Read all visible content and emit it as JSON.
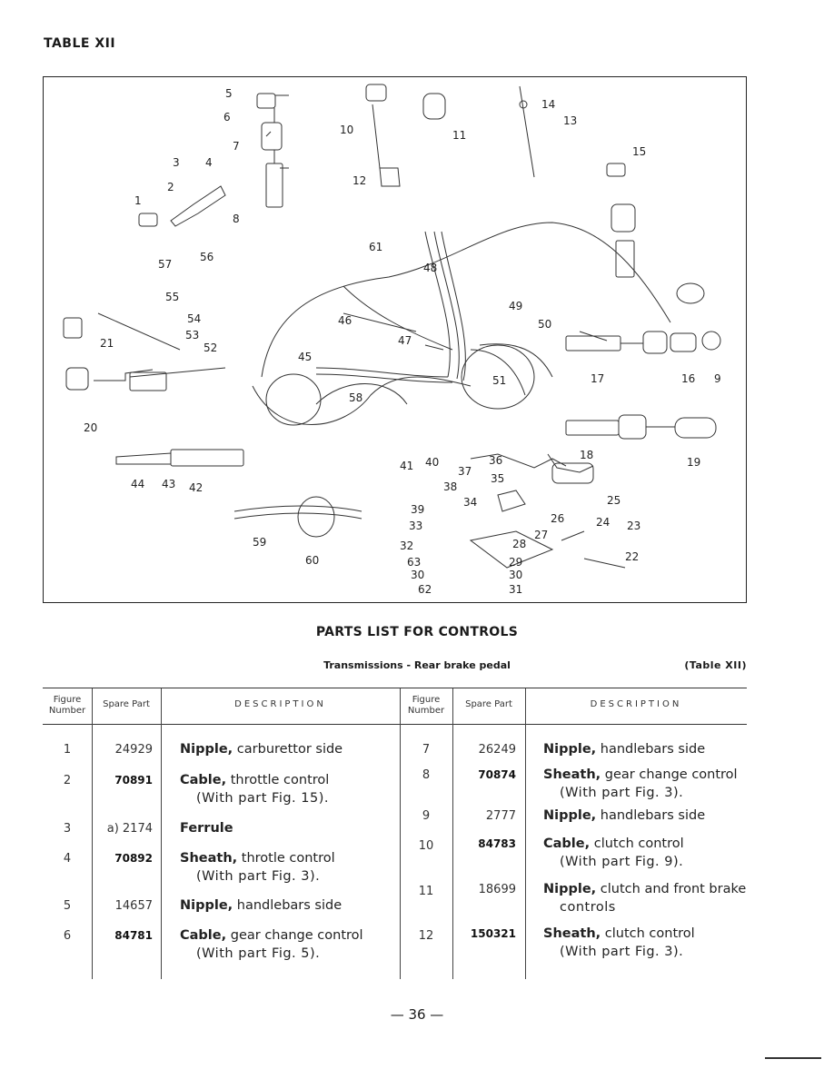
{
  "header": {
    "table_tag": "TABLE XII"
  },
  "figure": {
    "callouts": [
      "1",
      "2",
      "3",
      "4",
      "5",
      "6",
      "7",
      "8",
      "9",
      "10",
      "11",
      "12",
      "13",
      "14",
      "15",
      "16",
      "17",
      "18",
      "19",
      "20",
      "21",
      "22",
      "23",
      "24",
      "25",
      "26",
      "27",
      "28",
      "29",
      "30",
      "31",
      "32",
      "33",
      "34",
      "35",
      "36",
      "37",
      "38",
      "39",
      "40",
      "41",
      "42",
      "43",
      "44",
      "45",
      "46",
      "47",
      "48",
      "49",
      "50",
      "51",
      "52",
      "53",
      "54",
      "55",
      "56",
      "57",
      "58",
      "59",
      "60",
      "61",
      "62",
      "63"
    ]
  },
  "parts_list": {
    "title": "PARTS LIST FOR CONTROLS",
    "subtitle": "Transmissions - Rear brake pedal",
    "table_ref": "(Table XII)",
    "columns": {
      "figure": [
        "Figure",
        "Number"
      ],
      "spare": "Spare Part",
      "description": "DESCRIPTION"
    },
    "left_rows": [
      {
        "fig": "1",
        "part": "24929",
        "name": "Nipple,",
        "desc": "carburettor side",
        "sub": ""
      },
      {
        "fig": "2",
        "part": "70891",
        "name": "Cable,",
        "desc": "throttle control",
        "sub": "(With part Fig. 15)."
      },
      {
        "fig": "3",
        "part": "a) 2174",
        "name": "Ferrule",
        "desc": "",
        "sub": ""
      },
      {
        "fig": "4",
        "part": "70892",
        "name": "Sheath,",
        "desc": "throtle control",
        "sub": "(With part Fig. 3)."
      },
      {
        "fig": "5",
        "part": "14657",
        "name": "Nipple,",
        "desc": "handlebars side",
        "sub": ""
      },
      {
        "fig": "6",
        "part": "84781",
        "name": "Cable,",
        "desc": "gear change control",
        "sub": "(With part Fig. 5)."
      }
    ],
    "right_rows": [
      {
        "fig": "7",
        "part": "26249",
        "name": "Nipple,",
        "desc": "handlebars side",
        "sub": ""
      },
      {
        "fig": "8",
        "part": "70874",
        "name": "Sheath,",
        "desc": "gear change control",
        "sub": "(With part Fig. 3)."
      },
      {
        "fig": "9",
        "part": "2777",
        "name": "Nipple,",
        "desc": "handlebars side",
        "sub": ""
      },
      {
        "fig": "10",
        "part": "84783",
        "name": "Cable,",
        "desc": "clutch control",
        "sub": "(With part Fig. 9)."
      },
      {
        "fig": "11",
        "part": "18699",
        "name": "Nipple,",
        "desc": "clutch and front brake",
        "sub": "controls"
      },
      {
        "fig": "12",
        "part": "150321",
        "name": "Sheath,",
        "desc": "clutch control",
        "sub": "(With part Fig. 3)."
      }
    ]
  },
  "footer": {
    "page_number": "— 36 —"
  }
}
